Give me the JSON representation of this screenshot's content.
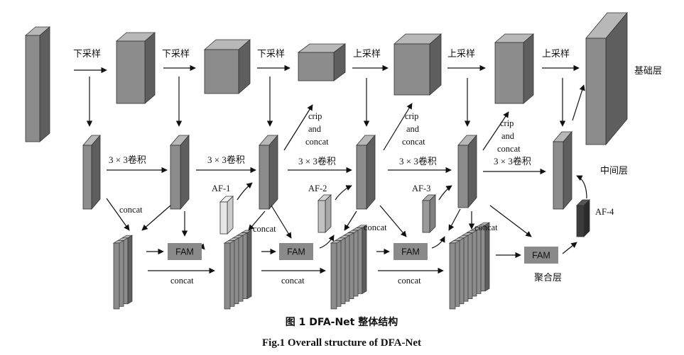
{
  "labels": {
    "downsample": "下采样",
    "upsample": "上采样",
    "conv": "3 × 3卷积",
    "concat": "concat",
    "crip": "crip",
    "and": "and",
    "fam": "FAM",
    "af1": "AF-1",
    "af2": "AF-2",
    "af3": "AF-3",
    "af4": "AF-4",
    "base_layer": "基础层",
    "middle_layer": "中间层",
    "aggregation_layer": "聚合层"
  },
  "caption": {
    "cn": "图 1    DFA-Net 整体结构",
    "en": "Fig.1    Overall structure of DFA-Net"
  },
  "colors": {
    "block_front": "#8c8c8c",
    "block_top": "#b8b8b8",
    "block_side": "#5e5e5e",
    "fam_fill": "#8a8a8a",
    "af_light": "#e6e6e6",
    "af_mid": "#c2c2c2",
    "af_dark": "#9a9a9a",
    "af_darkest": "#3c3c3c"
  }
}
